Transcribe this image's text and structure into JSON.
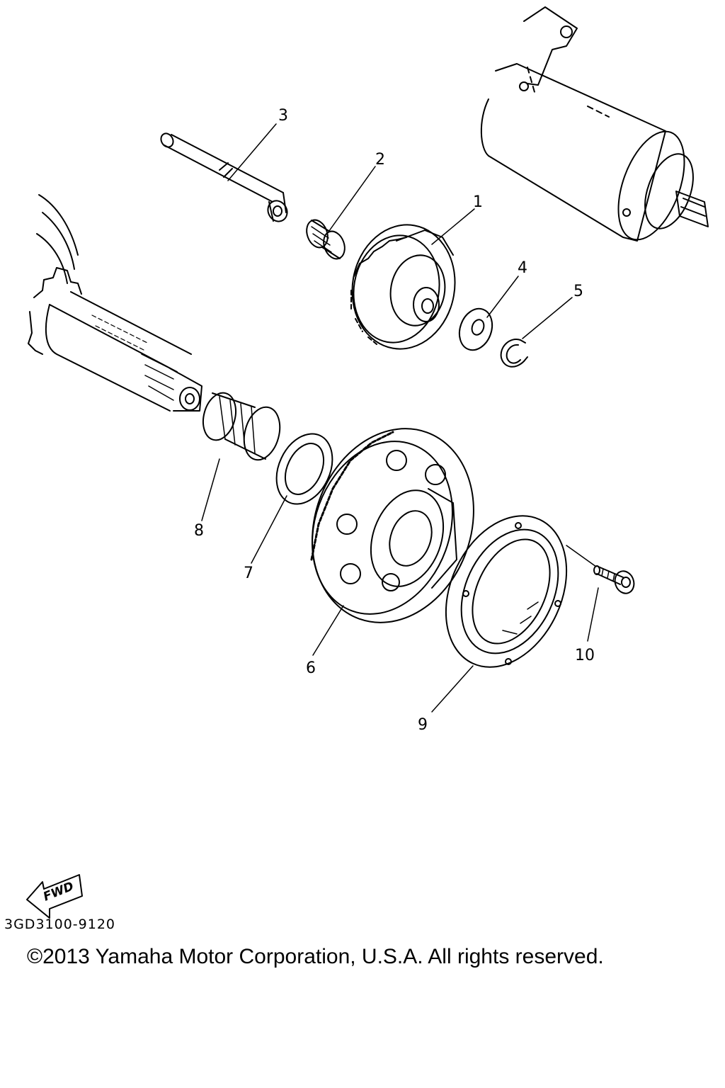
{
  "callouts": {
    "c1": "1",
    "c2": "2",
    "c3": "3",
    "c4": "4",
    "c5": "5",
    "c6": "6",
    "c7": "7",
    "c8": "8",
    "c9": "9",
    "c10": "10"
  },
  "fwd_label": "FWD",
  "part_number": "3GD3100-9120",
  "copyright": "©2013 Yamaha Motor Corporation, U.S.A. All rights reserved.",
  "colors": {
    "ink": "#000000",
    "paper": "#ffffff"
  }
}
